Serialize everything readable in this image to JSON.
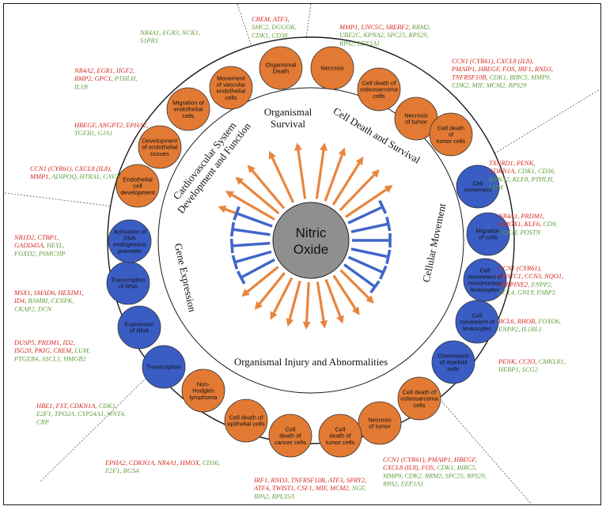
{
  "center": {
    "lines": [
      "Nitric",
      "Oxide"
    ]
  },
  "colors": {
    "orange": "#e27a34",
    "blue": "#3a5dc4",
    "red_text": "#d62820",
    "green_text": "#5f9e39",
    "arrow_orange": "#e8853d",
    "arrow_blue": "#3f66c9",
    "center_fill": "#8f8f8f"
  },
  "categories": {
    "organismal_survival": [
      "Organismal",
      "Survival"
    ],
    "cell_death": [
      "Cell Death and Survival"
    ],
    "cardiovascular": [
      "Cardiovascular System",
      "Development and Function"
    ],
    "cellular_movement": [
      "Cellular Movement"
    ],
    "gene_expression": [
      "Gene Expression"
    ],
    "injury": [
      "Organismal Injury and Abnormalities"
    ]
  },
  "nodes": [
    {
      "color": "orange",
      "lines": [
        "Organismal",
        "Death"
      ],
      "icon": "circle"
    },
    {
      "color": "orange",
      "lines": [
        "Necrosis"
      ],
      "icon": "circle"
    },
    {
      "color": "orange",
      "lines": [
        "Cell death of",
        "osteosarcoma",
        "cells"
      ],
      "icon": "circle"
    },
    {
      "color": "orange",
      "lines": [
        "Necrosis",
        "of tumor"
      ],
      "icon": "circle"
    },
    {
      "color": "orange",
      "lines": [
        "Cell death",
        "of",
        "tumor cells"
      ],
      "icon": "circle"
    },
    {
      "color": "blue",
      "lines": [
        "Cell",
        "movement"
      ],
      "icon": "circle"
    },
    {
      "color": "blue",
      "lines": [
        "Migration",
        "of cells"
      ],
      "icon": "circle"
    },
    {
      "color": "blue",
      "lines": [
        "Cell",
        "movement of",
        "mononuclear",
        "leukocytes"
      ],
      "icon": "circle"
    },
    {
      "color": "blue",
      "lines": [
        "Cell",
        "movement of",
        "leukocytes"
      ],
      "icon": "circle"
    },
    {
      "color": "blue",
      "lines": [
        "Chemotaxis",
        "of myeloid",
        "cells"
      ],
      "icon": "circle"
    },
    {
      "color": "orange",
      "lines": [
        "Cell death of",
        "osteosarcoma",
        "cells"
      ],
      "icon": "circle"
    },
    {
      "color": "orange",
      "lines": [
        "Necrosis",
        "of tumor"
      ],
      "icon": "circle"
    },
    {
      "color": "orange",
      "lines": [
        "Cell",
        "death of",
        "tumor cells"
      ],
      "icon": "circle"
    },
    {
      "color": "orange",
      "lines": [
        "Cell",
        "death of",
        "cancer cells"
      ],
      "icon": "circle"
    },
    {
      "color": "orange",
      "lines": [
        "Cell death of",
        "epithelial cells"
      ],
      "icon": "circle"
    },
    {
      "color": "orange",
      "lines": [
        "Non-",
        "Hodgkin",
        "lymphoma"
      ],
      "icon": "circle"
    },
    {
      "color": "blue",
      "lines": [
        "Transcription"
      ],
      "icon": "circle"
    },
    {
      "color": "blue",
      "lines": [
        "Expression",
        "of RNA"
      ],
      "icon": "circle"
    },
    {
      "color": "blue",
      "lines": [
        "Transcription",
        "of RNA"
      ],
      "icon": "circle"
    },
    {
      "color": "blue",
      "lines": [
        "Activation of",
        "DNA",
        "endogenous",
        "promoter"
      ],
      "icon": "circle"
    },
    {
      "color": "orange",
      "lines": [
        "Endothelial",
        "cell",
        "development"
      ],
      "icon": "circle"
    },
    {
      "color": "orange",
      "lines": [
        "Development",
        "of endothelial",
        "tissues"
      ],
      "icon": "circle"
    },
    {
      "color": "orange",
      "lines": [
        "Migration of",
        "endothelial",
        "cells"
      ],
      "icon": "circle"
    },
    {
      "color": "orange",
      "lines": [
        "Movement",
        "of vascular",
        "endothelial",
        "cells"
      ],
      "icon": "circle"
    }
  ],
  "gene_groups": [
    {
      "lines": [
        [
          [
            "CREM, ATF3,",
            "red"
          ]
        ],
        [
          [
            "SMC2, DGUOK,",
            "grn"
          ]
        ],
        [
          [
            "CDK1, CD38",
            "grn"
          ]
        ]
      ]
    },
    {
      "lines": [
        [
          [
            "NR4A1, EGR3, NCK1,",
            "grn"
          ]
        ],
        [
          [
            "S1PR1",
            "grn"
          ]
        ]
      ]
    },
    {
      "lines": [
        [
          [
            "MMP1, UNC5C, SREBF2, ",
            "red"
          ],
          [
            "RRM2,",
            "grn"
          ]
        ],
        [
          [
            "UBE2C, KPNA2, SPC25, RPS29,",
            "grn"
          ]
        ],
        [
          [
            "RPA2, EEF1A1",
            "grn"
          ]
        ]
      ]
    },
    {
      "lines": [
        [
          [
            "CCN1 (CYR61), CXCL8 (IL8),",
            "red"
          ]
        ],
        [
          [
            "PMAIP1, HBEGF, FOS, IRF1, RND3,",
            "red"
          ]
        ],
        [
          [
            "TNFRSF10B, ",
            "red"
          ],
          [
            "CDK1, BIRC5, MMP9,",
            "grn"
          ]
        ],
        [
          [
            "CDK2, MIF, MCM2, RPS29",
            "grn"
          ]
        ]
      ]
    },
    {
      "lines": [
        [
          [
            "NR4A2, EGR1, IIGF2,",
            "red"
          ]
        ],
        [
          [
            "BMP2, GPC1, ",
            "red"
          ],
          [
            "PTHLH,",
            "grn"
          ]
        ],
        [
          [
            "IL1B",
            "grn"
          ]
        ]
      ]
    },
    {
      "lines": [
        [
          [
            "HBEGF, ANGPT2, EPHA2,",
            "red"
          ]
        ],
        [
          [
            "TGFB1, GJA1",
            "grn"
          ]
        ]
      ]
    },
    {
      "lines": [
        [
          [
            "CCN1 (CYR61), CXCL8 (IL8),",
            "red"
          ]
        ],
        [
          [
            "MMP1, ",
            "red"
          ],
          [
            "ADIPOQ, HTRA1, CAV2",
            "grn"
          ]
        ]
      ]
    },
    {
      "lines": [
        [
          [
            "TXNRD1, PENK,",
            "red"
          ]
        ],
        [
          [
            "CDKN1A, ",
            "red"
          ],
          [
            "CDK1, CD36,",
            "grn"
          ]
        ],
        [
          [
            "KPNA2, KLF8, PTHLH,",
            "grn"
          ]
        ],
        [
          [
            "LUM",
            "grn"
          ]
        ]
      ]
    },
    {
      "lines": [
        [
          [
            "NR4A1, PRDM1,",
            "red"
          ]
        ],
        [
          [
            "HMOX1, KLF6, ",
            "red"
          ],
          [
            "CD9,",
            "grn"
          ]
        ],
        [
          [
            "COCH, POSTN",
            "grn"
          ]
        ]
      ]
    },
    {
      "lines": [
        [
          [
            "CCN1 (CYR61),",
            "red"
          ]
        ],
        [
          [
            "NFATC1, CCN3, NQO1,",
            "red"
          ]
        ],
        [
          [
            "SERPINE2, ",
            "red"
          ],
          [
            "ENPP2,",
            "grn"
          ]
        ],
        [
          [
            "CCL4, GNLY, FABP5",
            "grn"
          ]
        ]
      ]
    },
    {
      "lines": [
        [
          [
            "BCL6, RHOB, ",
            "red"
          ],
          [
            "FOXO6,",
            "grn"
          ]
        ],
        [
          [
            "ENPP2, IL1RL1",
            "grn"
          ]
        ]
      ]
    },
    {
      "lines": [
        [
          [
            "PENK, CCN3, ",
            "red"
          ],
          [
            "CMKLR1,",
            "grn"
          ]
        ],
        [
          [
            "HEBP1, SCG2",
            "grn"
          ]
        ]
      ]
    },
    {
      "lines": [
        [
          [
            "NR1D2, CTBP1,",
            "red"
          ]
        ],
        [
          [
            "GADD45A, ",
            "red"
          ],
          [
            "HEYL,",
            "grn"
          ]
        ],
        [
          [
            "FOXD2, PSMC3IP",
            "grn"
          ]
        ]
      ]
    },
    {
      "lines": [
        [
          [
            "MSX1, SMAD6, HEXIM1,",
            "red"
          ]
        ],
        [
          [
            "ID4, ",
            "red"
          ],
          [
            "BAMBI, CENPK,",
            "grn"
          ]
        ],
        [
          [
            "CKAP2, DCN",
            "grn"
          ]
        ]
      ]
    },
    {
      "lines": [
        [
          [
            "DUSP5, PRDM1, ID2,",
            "red"
          ]
        ],
        [
          [
            "ISG20, PKIG, CREM, ",
            "red"
          ],
          [
            "LUM,",
            "grn"
          ]
        ],
        [
          [
            "PTGER4, ASCL1, HMGB2",
            "grn"
          ]
        ]
      ]
    },
    {
      "lines": [
        [
          [
            "HBE1, FST, CDKN1A, ",
            "red"
          ],
          [
            "CDK1,",
            "grn"
          ]
        ],
        [
          [
            "E2F1, TPO2A, CYP24A1, WNT4,",
            "grn"
          ]
        ],
        [
          [
            "CRP",
            "grn"
          ]
        ]
      ]
    },
    {
      "lines": [
        [
          [
            "EPHA2, CDKN1A, NR4A1, HMOX, ",
            "red"
          ],
          [
            "CD36,",
            "grn"
          ]
        ],
        [
          [
            "E2F1, RGS4",
            "grn"
          ]
        ]
      ]
    },
    {
      "lines": [
        [
          [
            "IRF1, RND3, TNFRSF10B, ATF3, SPRY2,",
            "red"
          ]
        ],
        [
          [
            "ATF4, TWIST1, CSF1, MIF, MCM2, ",
            "red"
          ],
          [
            "NGF,",
            "grn"
          ]
        ],
        [
          [
            "RPA2, RPL35A",
            "grn"
          ]
        ]
      ]
    },
    {
      "lines": [
        [
          [
            "CCN1 (CYR61), PMAIP1, HBEGF,",
            "red"
          ]
        ],
        [
          [
            "CXCL8 (IL8), FOS, ",
            "red"
          ],
          [
            "CDK1, BIRC5,",
            "grn"
          ]
        ],
        [
          [
            "MMP9, CDK2, RRM2, SPC25, RPS29,",
            "grn"
          ]
        ],
        [
          [
            "RPA2, EEF1A1",
            "grn"
          ]
        ]
      ]
    }
  ]
}
